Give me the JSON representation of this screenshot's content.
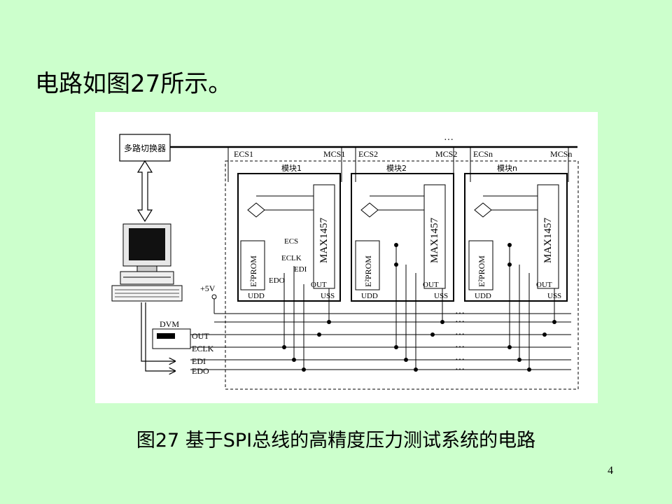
{
  "slide": {
    "heading": "电路如图27所示。",
    "caption": "图27  基于SPI总线的高精度压力测试系统的电路",
    "page_number": "4"
  },
  "diagram": {
    "switch_label": "多路切换器",
    "supply_label": "+5V",
    "meter_label": "DVM",
    "bus_labels": [
      "OUT",
      "ECLK",
      "EDI",
      "EDO"
    ],
    "modules": [
      {
        "title": "模块1",
        "ecs": "ECS1",
        "mcs": "MCS1"
      },
      {
        "title": "模块2",
        "ecs": "ECS2",
        "mcs": "MCS2"
      },
      {
        "title": "模块n",
        "ecs": "ECSn",
        "mcs": "MCSn"
      }
    ],
    "chip_label": "MAX1457",
    "eeprom_label": "E²PROM",
    "pin_ecs": "ECS",
    "pin_eclk": "ECLK",
    "pin_edi": "EDI",
    "pin_edo": "EDO",
    "pin_out": "OUT",
    "pin_udd": "UDD",
    "pin_uss": "USS",
    "ellipsis": "···"
  }
}
